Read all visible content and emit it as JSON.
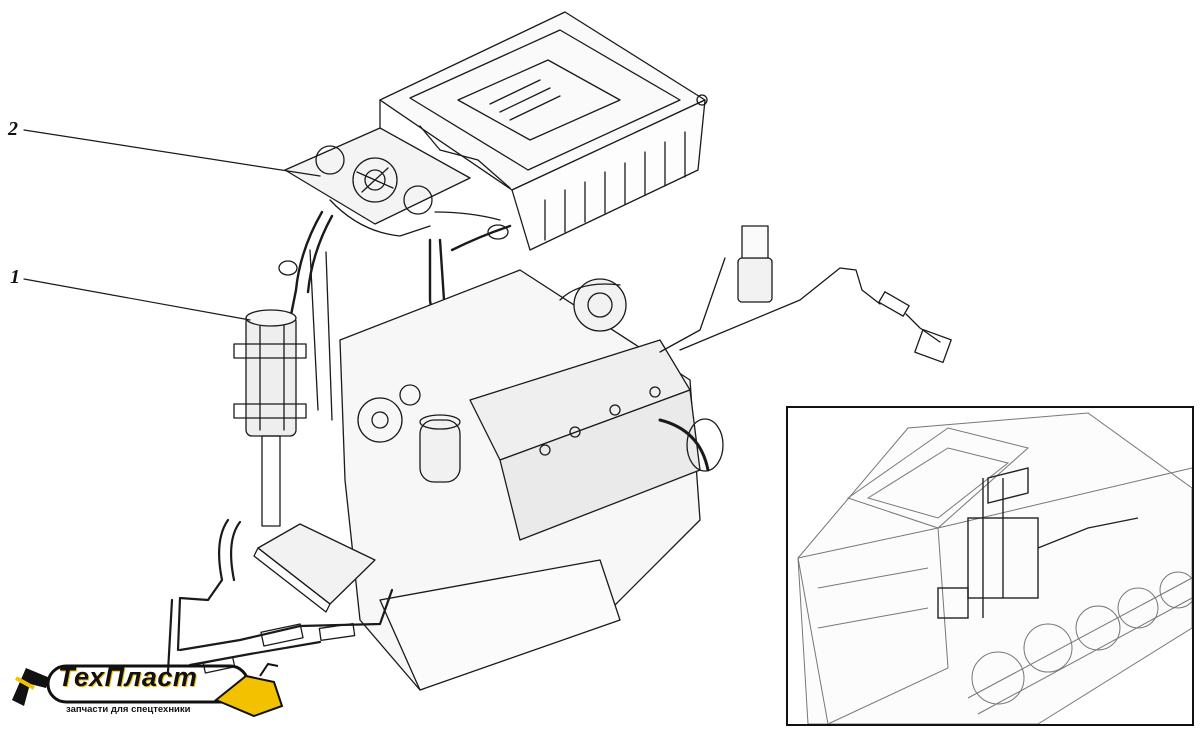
{
  "callouts": [
    {
      "number": "2",
      "target": "heater-unit"
    },
    {
      "number": "1",
      "target": "coolant-filter"
    }
  ],
  "logo": {
    "title": "ТехПласт",
    "subtitle": "запчасти для спецтехники",
    "accent_color": "#f2c200"
  },
  "colors": {
    "line": "#1a1a1a",
    "background": "#ffffff"
  }
}
